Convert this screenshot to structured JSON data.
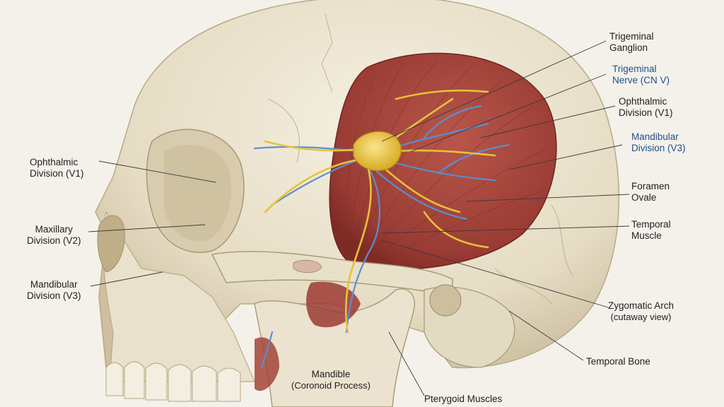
{
  "colors": {
    "bone": "#ece5d3",
    "bone_shadow": "#c9bda2",
    "muscle": "#a8463d",
    "muscle_dark": "#7e2b26",
    "nerve_yellow": "#e6c23a",
    "nerve_blue": "#5a8ed0",
    "label_dark": "#1f1f1f",
    "label_blue": "#1f4e8c",
    "leader": "#3a3a3a"
  },
  "labels": {
    "trigeminal_ganglion": {
      "line1": "Trigeminal",
      "line2": "Ganglion"
    },
    "trigeminal_nerve": {
      "line1": "Trigeminal",
      "line2": "Nerve (CN V)"
    },
    "ophthalmic_right": {
      "line1": "Ophthalmic",
      "line2": "Division (V1)"
    },
    "mandibular_right": {
      "line1": "Mandibular",
      "line2": "Division (V3)"
    },
    "foramen_ovale": {
      "line1": "Foramen",
      "line2": "Ovale"
    },
    "temporal_muscle": {
      "line1": "Temporal",
      "line2": "Muscle"
    },
    "zygomatic_arch": {
      "line1": "Zygomatic Arch",
      "line2": "(cutaway view)"
    },
    "temporal_bone": {
      "line1": "Temporal Bone"
    },
    "pterygoid_muscles": {
      "line1": "Pterygoid Muscles"
    },
    "mandible": {
      "line1": "Mandible",
      "line2": "(Coronoid Process)"
    },
    "ophthalmic_left": {
      "line1": "Ophthalmic",
      "line2": "Division (V1)"
    },
    "maxillary_left": {
      "line1": "Maxillary",
      "line2": "Division (V2)"
    },
    "mandibular_left": {
      "line1": "Mandibular",
      "line2": "Division (V3)"
    }
  }
}
